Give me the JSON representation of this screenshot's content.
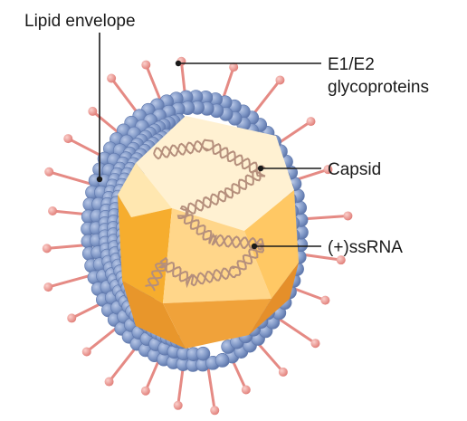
{
  "labels": {
    "lipid_envelope": "Lipid envelope",
    "glycoproteins_line1": "E1/E2",
    "glycoproteins_line2": "glycoproteins",
    "capsid": "Capsid",
    "rna": "(+)ssRNA"
  },
  "colors": {
    "membrane_bead": "#7f97c6",
    "membrane_bead_edge": "#5f78ad",
    "spike": "#e58a84",
    "spike_head": "#f0a49e",
    "capsid_light": "#fff3d6",
    "capsid_mid": "#ffd98a",
    "capsid_dark": "#f5a623",
    "rna_strand": "#b58f7c",
    "leader_line": "#1a1a1a"
  }
}
